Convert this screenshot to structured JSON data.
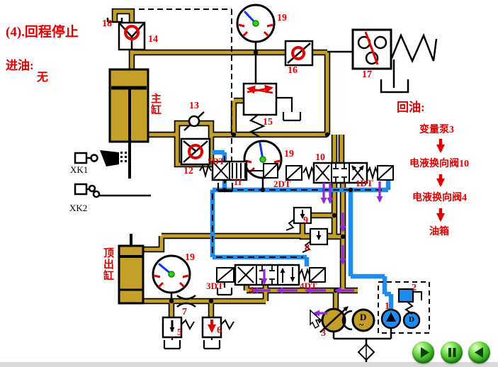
{
  "header": {
    "title": "(4).回程停止"
  },
  "status": {
    "inlet_label": "进油:",
    "inlet_value": "无",
    "return_label": "回油:",
    "return_path": {
      "step1": "变量泵3",
      "step2": "电液换向阀10",
      "step3": "电液换向阀4",
      "step4": "油箱"
    }
  },
  "diagram": {
    "main_cylinder_label": "主缸",
    "ejector_cylinder_label": "顶出缸",
    "limit_switch_1": "XK1",
    "limit_switch_2": "XK2",
    "motor_letter": "D",
    "motor_phase": "~",
    "numbers": {
      "n1": "1",
      "n2": "2",
      "n3": "3",
      "n4": "4",
      "n5": "5",
      "n6": "6",
      "n7": "7",
      "n8": "8",
      "n9": "9",
      "n10": "10",
      "n11": "11",
      "n12": "12",
      "n13": "13",
      "n14": "14",
      "n15": "15",
      "n16": "16",
      "n17": "17",
      "n18": "18",
      "n19": "19"
    },
    "solenoids": {
      "dt1": "1DT",
      "dt2": "2DT",
      "dt3": "3DT",
      "dt4": "4DT",
      "dt5": "5DT"
    }
  },
  "colors": {
    "pipe_pressure": "#C49F2A",
    "pipe_return": "#1E8CEE",
    "flow_arrow": "#9628DC",
    "label_red": "#E00000",
    "button_green": "#2FA81E"
  },
  "controls": {
    "play": "play",
    "pause": "pause",
    "back": "back"
  }
}
